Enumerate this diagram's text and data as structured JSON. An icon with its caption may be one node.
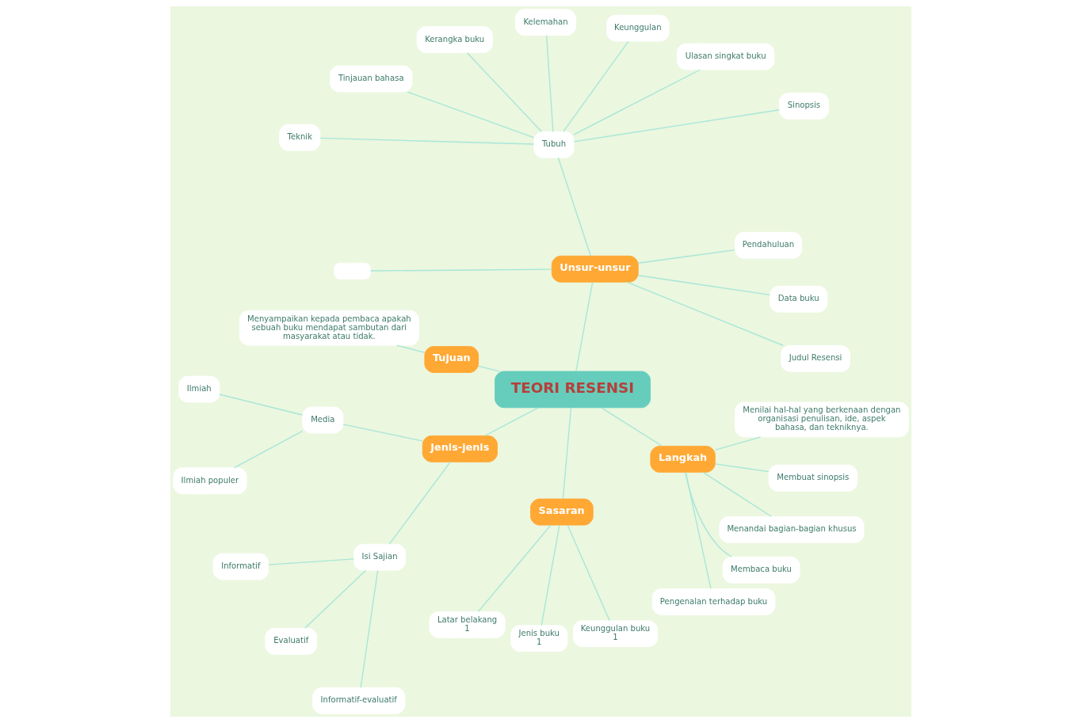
{
  "diagram": {
    "nodes": [
      {
        "text": [
          "TEORI RESENSI"
        ]
      },
      {
        "text": [
          "Unsur-unsur"
        ]
      },
      {
        "text": [
          "Judul Resensi"
        ]
      },
      {
        "text": [
          "Data buku"
        ]
      },
      {
        "text": [
          "Pendahuluan"
        ]
      },
      {
        "text": [
          "Tubuh"
        ]
      },
      {
        "text": [
          "Sinopsis"
        ]
      },
      {
        "text": [
          "Ulasan singkat buku"
        ]
      },
      {
        "text": [
          "Keunggulan"
        ]
      },
      {
        "text": [
          "Kelemahan"
        ]
      },
      {
        "text": [
          "Kerangka buku"
        ]
      },
      {
        "text": [
          "Tinjauan bahasa"
        ]
      },
      {
        "text": [
          "Teknik"
        ]
      },
      {
        "text": [],
        "shape": "box"
      },
      {
        "text": [
          "Tujuan"
        ]
      },
      {
        "text": [
          "Menyampaikan kepada pembaca apakah sebuah buku mendapat sambutan dari masyarakat atau tidak."
        ]
      },
      {
        "text": [
          "Jenis-jenis"
        ]
      },
      {
        "text": [
          "Media"
        ]
      },
      {
        "text": [
          "Ilmiah"
        ]
      },
      {
        "text": [
          "Ilmiah populer"
        ]
      },
      {
        "text": [
          "Isi Sajian"
        ]
      },
      {
        "text": [
          "Informatif"
        ]
      },
      {
        "text": [
          "Evaluatif"
        ]
      },
      {
        "text": [
          "Informatif-evaluatif"
        ]
      },
      {
        "text": [
          "Sasaran"
        ]
      },
      {
        "text": [
          "Latar belakang",
          "1"
        ]
      },
      {
        "text": [
          "Jenis buku",
          "1"
        ]
      },
      {
        "text": [
          "Keunggulan buku",
          "1"
        ]
      },
      {
        "text": [
          "Langkah"
        ]
      },
      {
        "text": [
          "Pengenalan terhadap buku"
        ]
      },
      {
        "text": [
          "Membaca buku"
        ]
      },
      {
        "text": [
          "Menandai bagian-bagian khusus"
        ]
      },
      {
        "text": [
          "Membuat sinopsis"
        ]
      },
      {
        "text": [
          "Menilai hal-hal yang berkenaan dengan organisasi penulisan, ide, aspek bahasa, dan tekniknya."
        ]
      }
    ],
    "edges": [
      {
        "from": 0,
        "to": 1,
        "arrow": "none"
      },
      {
        "from": 1,
        "to": 2,
        "arrow": "none"
      },
      {
        "from": 1,
        "to": 3,
        "arrow": "none"
      },
      {
        "from": 1,
        "to": 4,
        "arrow": "none"
      },
      {
        "from": 1,
        "to": 5,
        "arrow": "none"
      },
      {
        "from": 5,
        "to": 6,
        "arrow": "none"
      },
      {
        "from": 5,
        "to": 7,
        "arrow": "none"
      },
      {
        "from": 5,
        "to": 8,
        "arrow": "none"
      },
      {
        "from": 5,
        "to": 9,
        "arrow": "none"
      },
      {
        "from": 5,
        "to": 10,
        "arrow": "none"
      },
      {
        "from": 5,
        "to": 11,
        "arrow": "none"
      },
      {
        "from": 5,
        "to": 12,
        "arrow": "none"
      },
      {
        "from": 1,
        "to": 13,
        "arrow": "none"
      },
      {
        "from": 0,
        "to": 14,
        "arrow": "none"
      },
      {
        "from": 14,
        "to": 15,
        "arrow": "none"
      },
      {
        "from": 0,
        "to": 16,
        "arrow": "none"
      },
      {
        "from": 16,
        "to": 17,
        "arrow": "none"
      },
      {
        "from": 17,
        "to": 18,
        "arrow": "none"
      },
      {
        "from": 17,
        "to": 19,
        "arrow": "none"
      },
      {
        "from": 16,
        "to": 20,
        "arrow": "none"
      },
      {
        "from": 20,
        "to": 21,
        "arrow": "none"
      },
      {
        "from": 20,
        "to": 22,
        "arrow": "none"
      },
      {
        "from": 20,
        "to": 23,
        "arrow": "none"
      },
      {
        "from": 0,
        "to": 24,
        "arrow": "none"
      },
      {
        "from": 24,
        "to": 25,
        "arrow": "none"
      },
      {
        "from": 24,
        "to": 26,
        "arrow": "none"
      },
      {
        "from": 24,
        "to": 27,
        "arrow": "none"
      },
      {
        "from": 0,
        "to": 28,
        "arrow": "none"
      },
      {
        "from": 28,
        "to": 29,
        "arrow": "none"
      },
      {
        "from": 28,
        "to": 30,
        "arrow": "none"
      },
      {
        "from": 28,
        "to": 31,
        "arrow": "none"
      },
      {
        "from": 28,
        "to": 32,
        "arrow": "none"
      },
      {
        "from": 28,
        "to": 33,
        "arrow": "none"
      }
    ]
  }
}
